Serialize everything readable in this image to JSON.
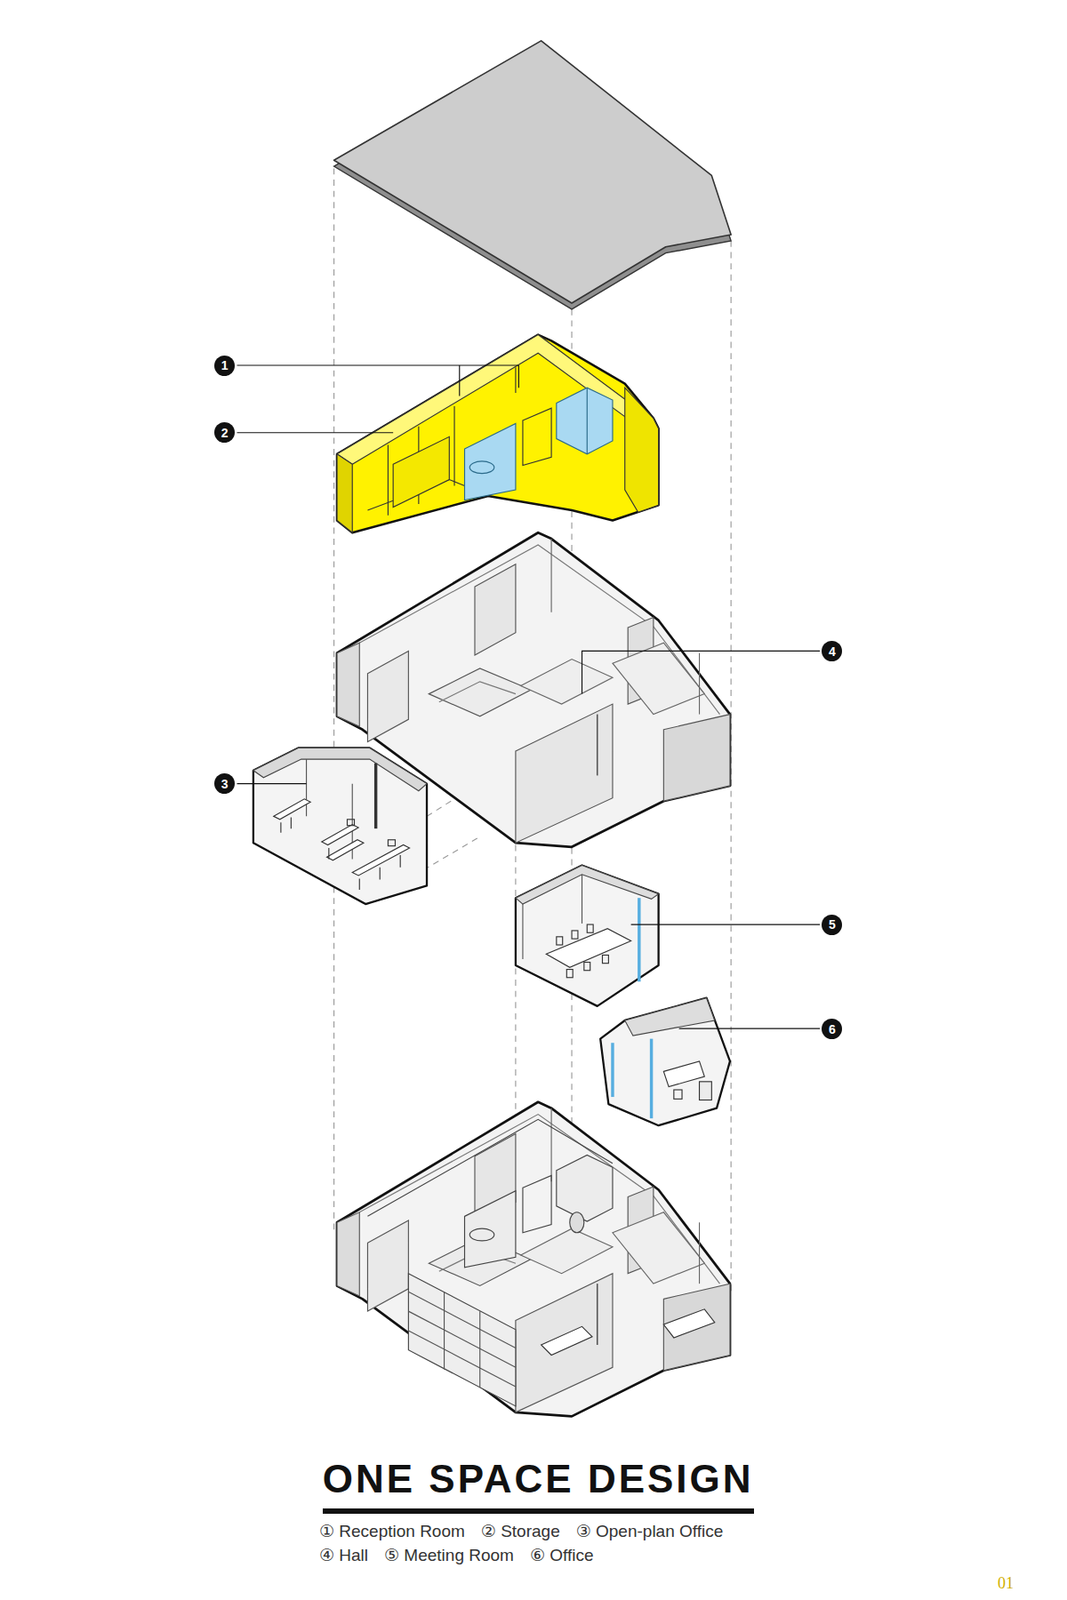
{
  "diagram": {
    "title": "ONE SPACE DESIGN",
    "nodes": [
      {
        "text": [
          "1"
        ]
      },
      {
        "text": [
          "2"
        ]
      },
      {
        "text": [
          "4"
        ]
      },
      {
        "text": [
          "3"
        ]
      },
      {
        "text": [
          "5"
        ]
      },
      {
        "text": [
          "6"
        ]
      }
    ],
    "labels": [
      "① Reception Room",
      "② Storage",
      "③ Open-plan Office",
      "④ Hall",
      "⑤ Meeting Room",
      "⑥ Office",
      "01"
    ]
  }
}
